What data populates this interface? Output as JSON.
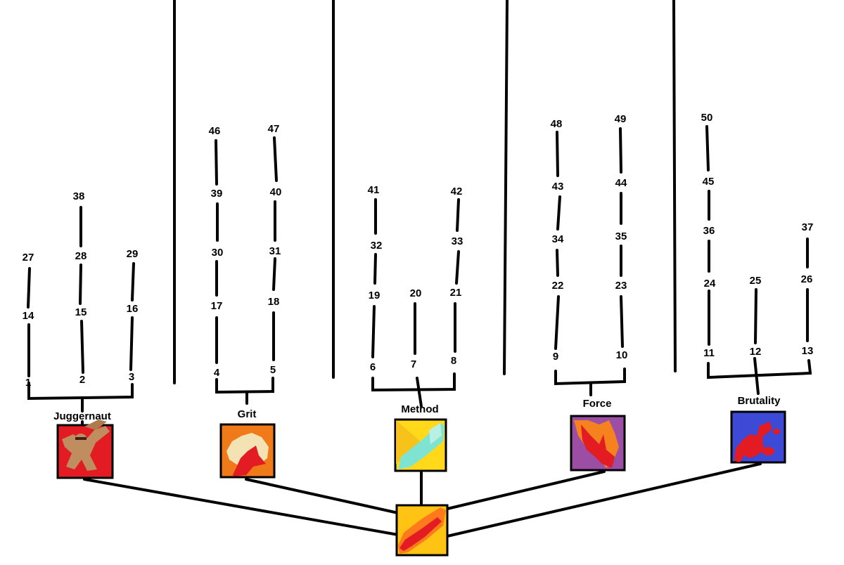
{
  "colors": {
    "line": "#000000",
    "juggernaut_bg": "#e31b23",
    "juggernaut_figure": "#c08d60",
    "grit_bg": "#f07a1a",
    "grit_cream": "#f2e2b4",
    "grit_red": "#e31b23",
    "method_bg": "#ffd91a",
    "method_blade": "#7fe3d2",
    "force_bg": "#9b4ea3",
    "force_orange": "#f5821f",
    "force_red": "#e31b23",
    "brutality_bg": "#3c4ad6",
    "brutality_red": "#e31b23",
    "root_bg": "#ffc413",
    "root_orange": "#ff7a1a",
    "root_red": "#e31b23"
  },
  "root": {
    "icon": "flaming-sword-icon"
  },
  "branches": [
    {
      "name": "Juggernaut",
      "icon": "juggernaut-warrior-icon",
      "nodes": [
        "1",
        "2",
        "3",
        "14",
        "15",
        "16",
        "27",
        "28",
        "29",
        "38"
      ]
    },
    {
      "name": "Grit",
      "icon": "grit-fist-icon",
      "nodes": [
        "4",
        "5",
        "17",
        "18",
        "30",
        "31",
        "39",
        "40",
        "46",
        "47"
      ]
    },
    {
      "name": "Method",
      "icon": "method-blade-icon",
      "nodes": [
        "6",
        "7",
        "8",
        "19",
        "20",
        "21",
        "32",
        "33",
        "41",
        "42"
      ]
    },
    {
      "name": "Force",
      "icon": "force-flame-icon",
      "nodes": [
        "9",
        "10",
        "22",
        "23",
        "34",
        "35",
        "43",
        "44",
        "48",
        "49"
      ]
    },
    {
      "name": "Brutality",
      "icon": "brutality-splatter-icon",
      "nodes": [
        "11",
        "12",
        "13",
        "24",
        "25",
        "26",
        "36",
        "37",
        "45",
        "50"
      ]
    }
  ]
}
